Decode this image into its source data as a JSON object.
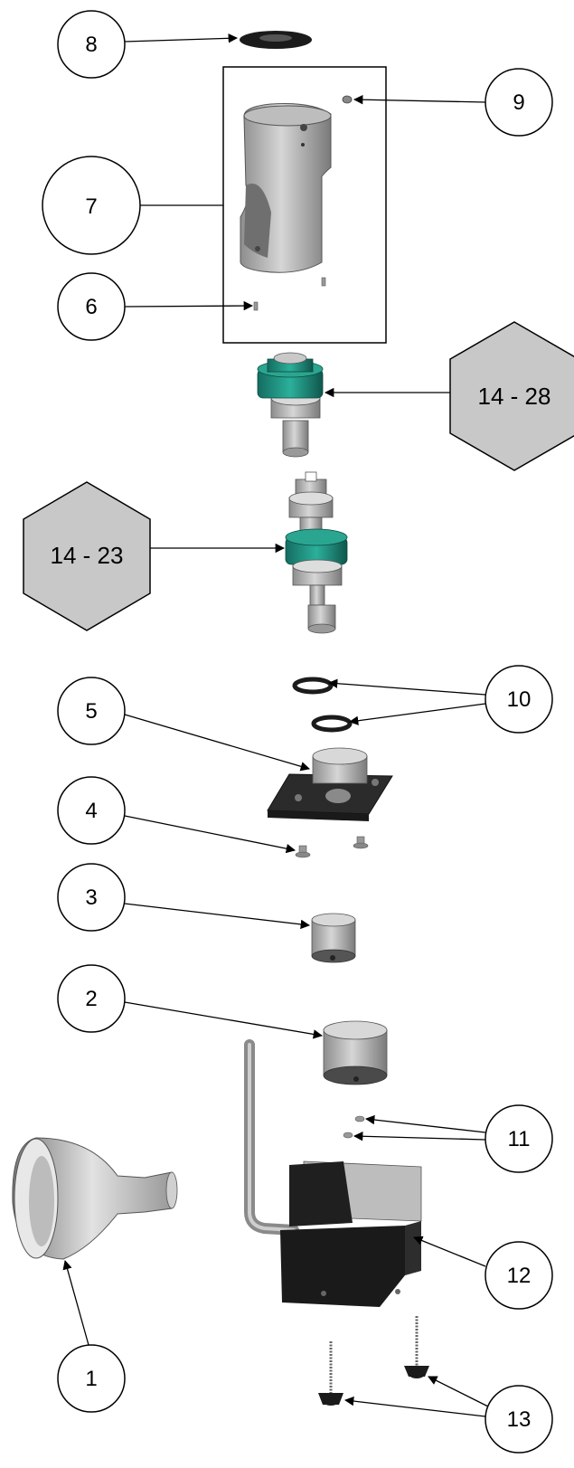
{
  "callouts": {
    "c1": "1",
    "c2": "2",
    "c3": "3",
    "c4": "4",
    "c5": "5",
    "c6": "6",
    "c7": "7",
    "c8": "8",
    "c9": "9",
    "c10": "10",
    "c11": "11",
    "c12": "12",
    "c13": "13"
  },
  "references": {
    "r1": "14 - 28",
    "r2": "14 - 23"
  },
  "colors": {
    "gear_teal": "#1f8f7e",
    "metal": "#b5b5b5",
    "dark_part": "#2b2b2b",
    "hex_fill": "#c8c8c8"
  }
}
